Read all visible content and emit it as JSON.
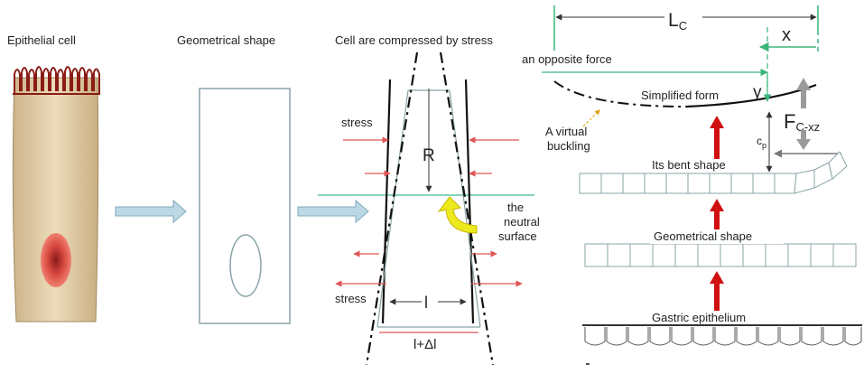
{
  "panels": {
    "cell_title": "Epithelial cell",
    "shape_title": "Geometrical shape",
    "compressed_title": "Cell are compressed by stress"
  },
  "compressed": {
    "stress_top": "stress",
    "stress_bottom": "stress",
    "r_label": "R",
    "neutral_line1": "the",
    "neutral_line2": "neutral",
    "neutral_line3": "surface",
    "l_label": "l",
    "dl_label": "l+Δl"
  },
  "mechanics": {
    "lc_main": "L",
    "lc_sub": "C",
    "x_label": "x",
    "y_label": "y",
    "opposite_force": "an opposite force",
    "simplified_form": "Simplified form",
    "virtual1": "A virtual",
    "virtual2": "buckling",
    "cp_main": "c",
    "cp_sub": "p",
    "force_main": "F",
    "force_sub": "C-xz",
    "bent_shape": "Its bent shape",
    "geometrical_shape": "Geometrical shape",
    "gastric_epithelium": "Gastric epithelium"
  },
  "colors": {
    "cell_body": "#e8d3ae",
    "microvilli": "#8a1c16",
    "nucleus": "#e06050",
    "panel_arrow": "#b8d6e2",
    "stress_arrow": "#e05555",
    "neutral_line": "#5fc9a0",
    "yellow_arrow": "#ecea1e",
    "green_dim": "#3bb57a",
    "red_arrow": "#d01010"
  }
}
